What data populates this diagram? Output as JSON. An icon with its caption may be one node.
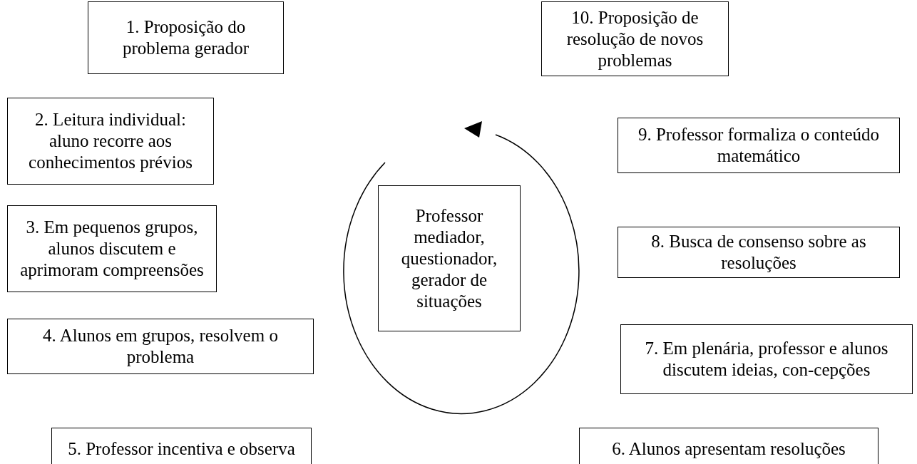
{
  "diagram": {
    "nodes": [
      {
        "text": [
          "1. Proposição do problema gerador"
        ]
      },
      {
        "text": [
          "2. Leitura individual: aluno recorre aos conhecimentos prévios"
        ]
      },
      {
        "text": [
          "3. Em pequenos grupos, alunos discutem e aprimoram compreensões"
        ]
      },
      {
        "text": [
          "4. Alunos em grupos, resolvem o problema"
        ]
      },
      {
        "text": [
          "5. Professor incentiva e observa"
        ]
      },
      {
        "text": [
          "6. Alunos apresentam resoluções"
        ]
      },
      {
        "text": [
          "7. Em plenária, professor e alunos discutem ideias, con-cepções"
        ]
      },
      {
        "text": [
          "8. Busca de consenso sobre as resoluções"
        ]
      },
      {
        "text": [
          "9. Professor formaliza o conteúdo matemático"
        ]
      },
      {
        "text": [
          "10. Proposição de resolução de novos problemas"
        ]
      },
      {
        "text": [
          "Professor mediador, questionador, gerador de situações"
        ]
      }
    ],
    "edges": []
  }
}
